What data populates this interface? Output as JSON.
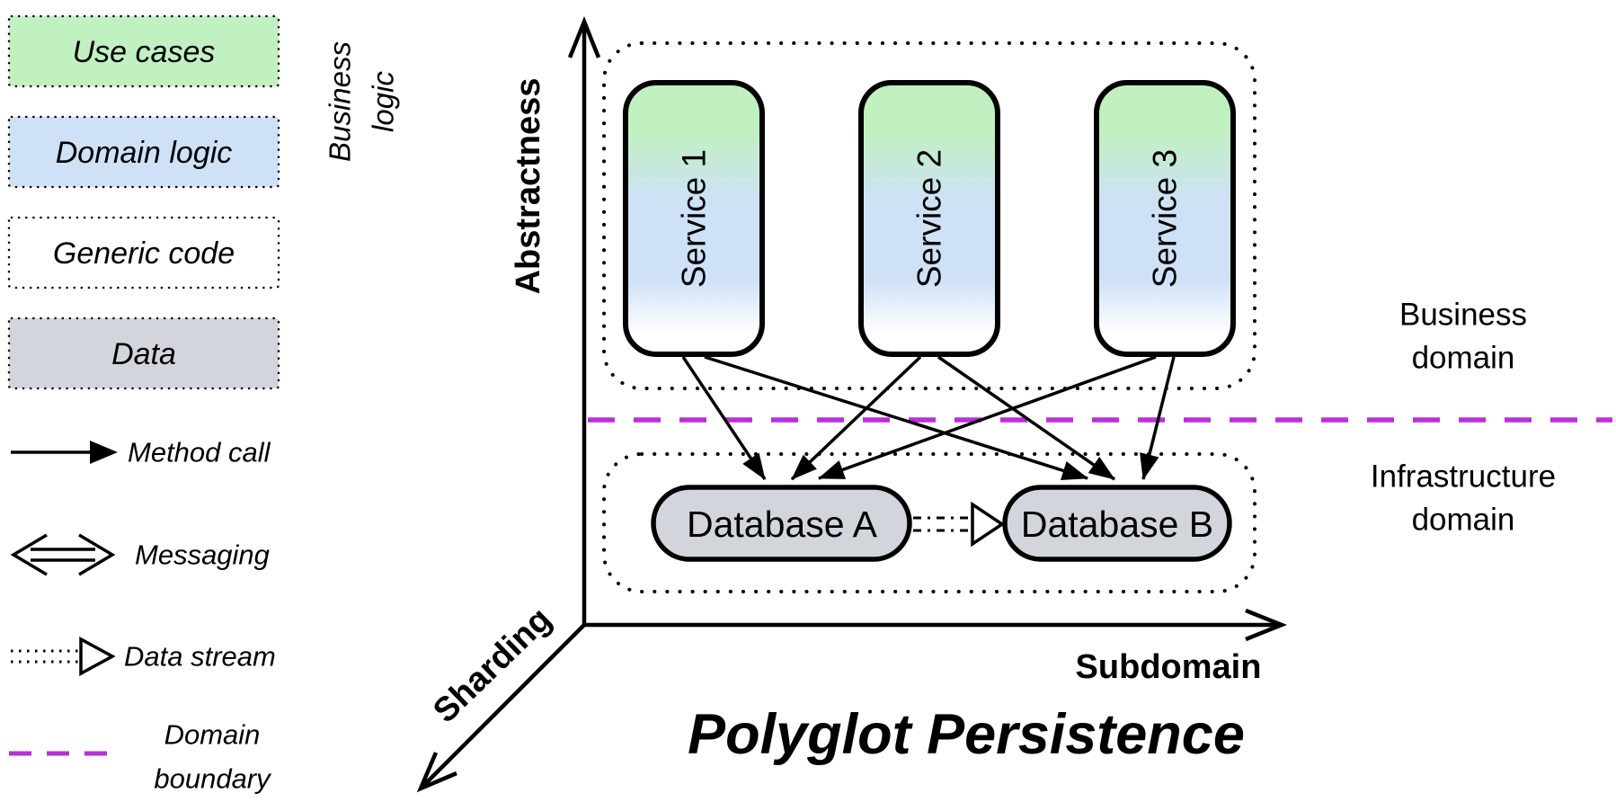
{
  "title": "Polyglot Persistence",
  "colors": {
    "green": "#c1f0c1",
    "blue": "#cee1f7",
    "gray": "#d2d6dc",
    "teal": "#148a73",
    "magenta": "#ba30d8",
    "white": "#ffffff"
  },
  "legend": {
    "layers": [
      {
        "label": "Use cases",
        "color": "#c1f0c1"
      },
      {
        "label": "Domain logic",
        "color": "#cee1f7"
      },
      {
        "label": "Generic code",
        "color": "#ffffff"
      },
      {
        "label": "Data",
        "color": "#d2d6dc"
      }
    ],
    "method_call_label": "Method call",
    "messaging_label": "Messaging",
    "data_stream_label": "Data stream",
    "domain_boundary": {
      "lines": [
        "Domain",
        "boundary"
      ]
    }
  },
  "note": {
    "lines": [
      "Business",
      "logic"
    ]
  },
  "axes": {
    "vertical": "Abstractness",
    "horizontal": "Subdomain",
    "depth": "Sharding"
  },
  "regions": {
    "business": {
      "lines": [
        "Business",
        "domain"
      ]
    },
    "infrastructure": {
      "lines": [
        "Infrastructure",
        "domain"
      ]
    }
  },
  "services": [
    {
      "label": "Service 1"
    },
    {
      "label": "Service 2"
    },
    {
      "label": "Service 3"
    }
  ],
  "databases": [
    {
      "label": "Database A"
    },
    {
      "label": "Database B"
    }
  ]
}
